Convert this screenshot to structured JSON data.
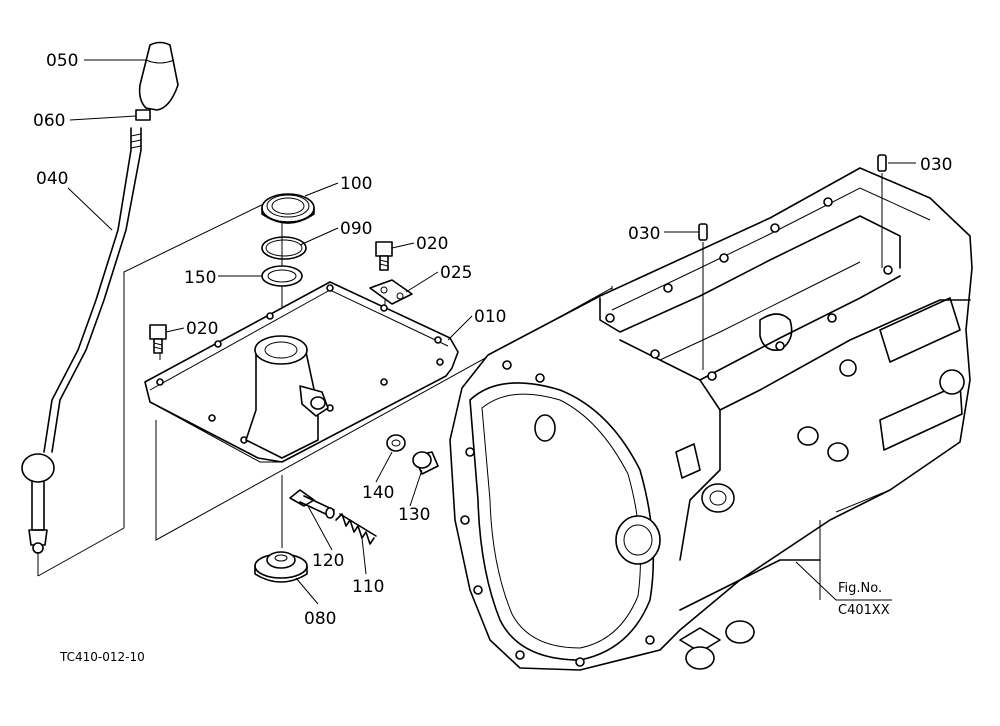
{
  "labels": {
    "p050": "050",
    "p060": "060",
    "p040": "040",
    "p100": "100",
    "p090": "090",
    "p150": "150",
    "p020a": "020",
    "p025": "025",
    "p010": "010",
    "p020b": "020",
    "p140": "140",
    "p130": "130",
    "p120": "120",
    "p110": "110",
    "p080": "080",
    "p030a": "030",
    "p030b": "030"
  },
  "fig_no_label": "Fig.No.",
  "fig_no_value": "C401XX",
  "drawing_code": "TC410-012-10"
}
